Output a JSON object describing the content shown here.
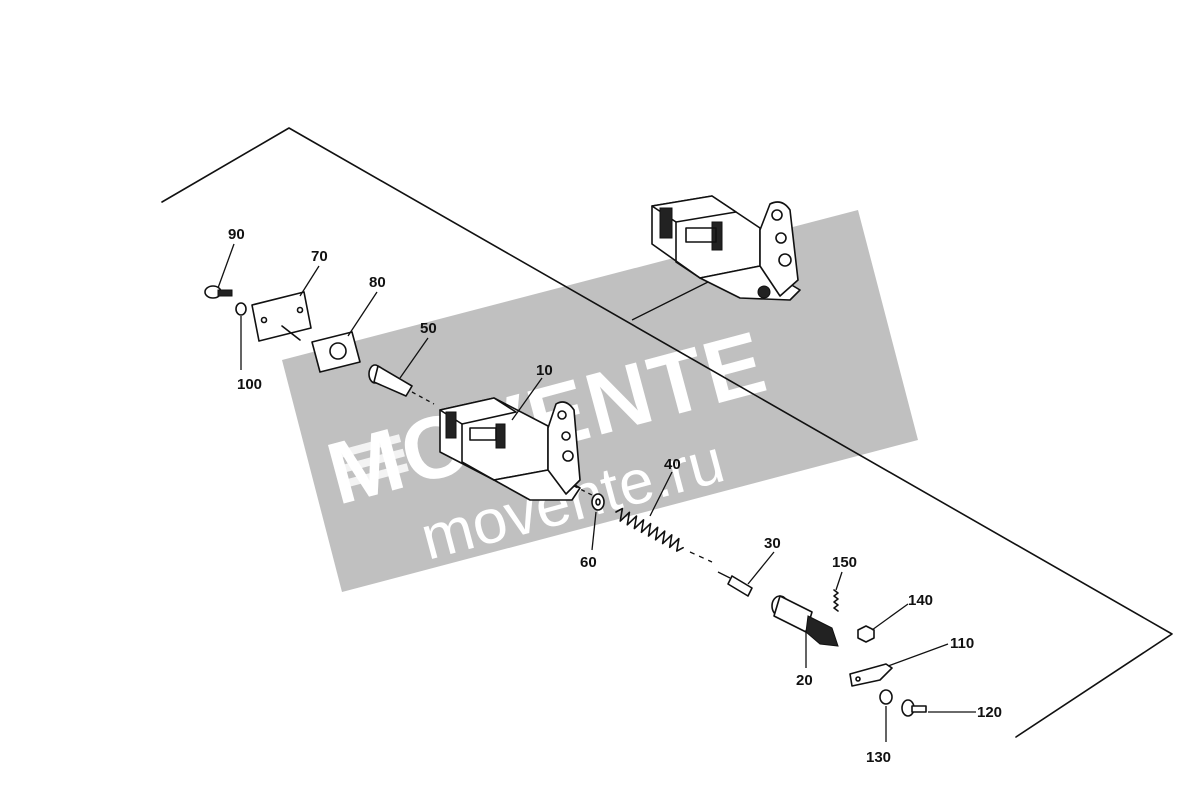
{
  "watermark": {
    "brand": "MOVENTE",
    "site": "movente.ru",
    "band_color": "#b5b5b5",
    "text_color": "#ffffff"
  },
  "parts": [
    {
      "id": "p90",
      "label": "90"
    },
    {
      "id": "p70",
      "label": "70"
    },
    {
      "id": "p80",
      "label": "80"
    },
    {
      "id": "p100",
      "label": "100"
    },
    {
      "id": "p50",
      "label": "50"
    },
    {
      "id": "p10",
      "label": "10"
    },
    {
      "id": "p40",
      "label": "40"
    },
    {
      "id": "p60",
      "label": "60"
    },
    {
      "id": "p30",
      "label": "30"
    },
    {
      "id": "p150",
      "label": "150"
    },
    {
      "id": "p140",
      "label": "140"
    },
    {
      "id": "p110",
      "label": "110"
    },
    {
      "id": "p20",
      "label": "20"
    },
    {
      "id": "p120",
      "label": "120"
    },
    {
      "id": "p130",
      "label": "130"
    }
  ]
}
